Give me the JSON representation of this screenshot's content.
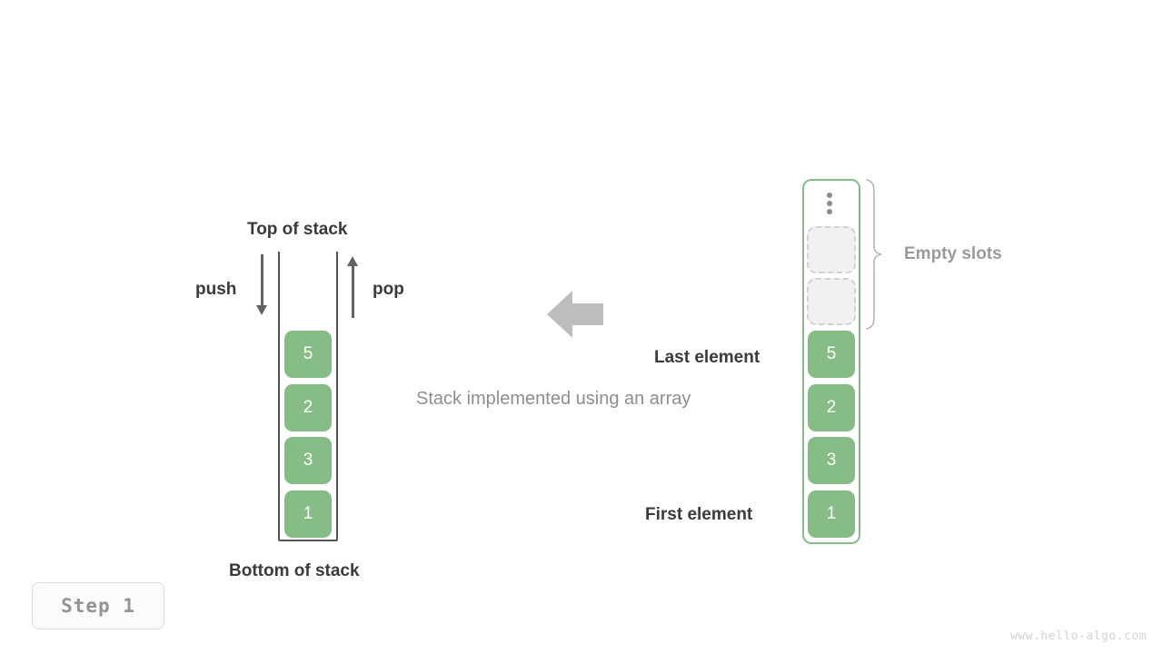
{
  "figure": {
    "caption": "Stack implemented using an array",
    "step_badge": "Step 1",
    "watermark": "www.hello-algo.com",
    "accent_green": "#86bd86",
    "label_dark": "#3a3a3a",
    "label_gray": "#8e8e8e"
  },
  "stack": {
    "top_label": "Top of stack",
    "bottom_label": "Bottom of stack",
    "push_label": "push",
    "pop_label": "pop",
    "values": [
      "5",
      "2",
      "3",
      "1"
    ]
  },
  "array": {
    "empty_slots_label": "Empty slots",
    "last_element_label": "Last element",
    "first_element_label": "First element",
    "ellipsis_icon": "vertical-ellipsis-icon",
    "empty_slots_count": 2,
    "values": [
      "5",
      "2",
      "3",
      "1"
    ]
  }
}
